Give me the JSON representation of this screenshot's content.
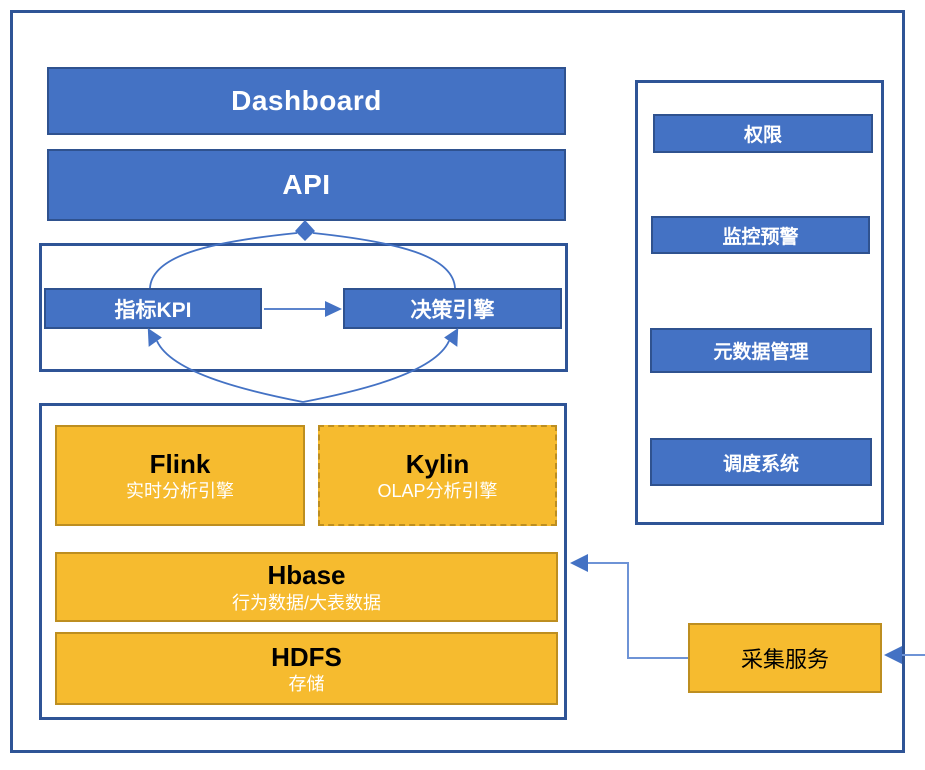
{
  "colors": {
    "blue_fill": "#4472C4",
    "blue_border": "#2F528F",
    "container_border": "#2F5496",
    "orange_fill": "#F6BB2F",
    "orange_border": "#BD8E20",
    "arrow": "#4472C4",
    "elbow_line": "#6E93D6"
  },
  "top": {
    "dashboard_label": "Dashboard",
    "api_label": "API"
  },
  "kpi_section": {
    "kpi_label": "指标KPI",
    "decision_label": "决策引擎"
  },
  "storage_section": {
    "flink": {
      "title": "Flink",
      "subtitle": "实时分析引擎"
    },
    "kylin": {
      "title": "Kylin",
      "subtitle": "OLAP分析引擎"
    },
    "hbase": {
      "title": "Hbase",
      "subtitle": "行为数据/大表数据"
    },
    "hdfs": {
      "title": "HDFS",
      "subtitle": "存储"
    }
  },
  "right_panel": {
    "items": [
      {
        "label": "权限"
      },
      {
        "label": "监控预警"
      },
      {
        "label": "元数据管理"
      },
      {
        "label": "调度系统"
      }
    ]
  },
  "collect_service": {
    "label": "采集服务"
  }
}
